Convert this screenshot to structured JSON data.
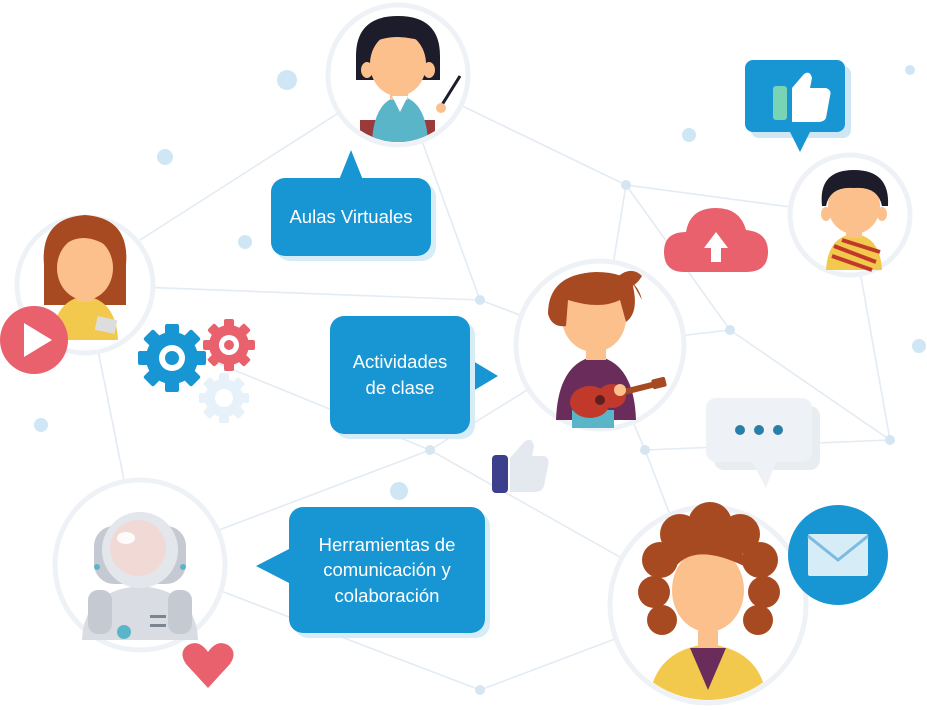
{
  "bubbles": {
    "aulas": "Aulas Virtuales",
    "actividades_line1": "Actividades",
    "actividades_line2": "de clase",
    "herramientas_line1": "Herramientas de",
    "herramientas_line2": "comunicación y",
    "herramientas_line3": "colaboración"
  },
  "colors": {
    "bubble_blue": "#1796d3",
    "network_lines": "#dfe8f1",
    "accent_red": "#e8616c",
    "skin": "#fcc08d"
  }
}
